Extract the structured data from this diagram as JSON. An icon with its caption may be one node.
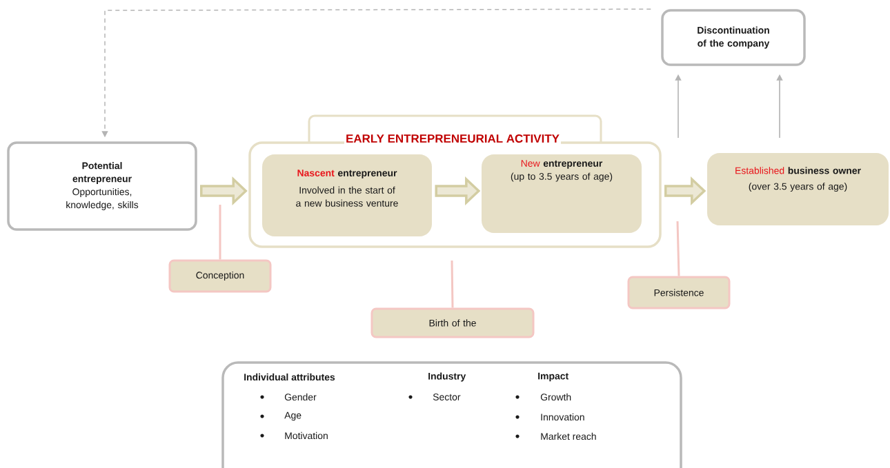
{
  "diagram": {
    "nodes": [
      {
        "text": [
          "Potential entrepreneur",
          "Opportunities, knowledge, skills"
        ]
      },
      {
        "text": [
          "EARLY ENTREPRENEURIAL ACTIVITY"
        ]
      },
      {
        "text": [
          "Nascent",
          "entrepreneur",
          "Involved in the start of a new business venture"
        ],
        "in": 1
      },
      {
        "text": [
          "New",
          "entrepreneur",
          "(up to 3.5 years of age)"
        ],
        "in": 1
      },
      {
        "text": [
          "Established",
          "business owner",
          "(over 3.5 years of age)"
        ]
      },
      {
        "text": [
          "Discontinuation of the company"
        ]
      },
      {
        "text": [
          "Conception"
        ]
      },
      {
        "text": [
          "Birth of the"
        ]
      },
      {
        "text": [
          "Persistence"
        ]
      },
      {
        "text": [
          "Individual attributes",
          "Gender",
          "Age",
          "Motivation",
          "Industry",
          "Sector",
          "Impact",
          "Growth",
          "Innovation",
          "Market reach"
        ]
      }
    ],
    "edges": [
      {
        "from": 0,
        "to": 1,
        "arrow": "to",
        "style": "thick"
      },
      {
        "from": 2,
        "to": 3,
        "arrow": "to",
        "style": "thick"
      },
      {
        "from": 1,
        "to": 4,
        "arrow": "to",
        "style": "thick"
      },
      {
        "from": null,
        "to": 5,
        "arrow": "to",
        "color": "#b4b4b4"
      },
      {
        "from": null,
        "to": 5,
        "arrow": "to",
        "color": "#b4b4b4"
      },
      {
        "from": 5,
        "to": 0,
        "arrow": "to",
        "style": "dashed",
        "color": "#b4b4b4"
      },
      {
        "from": 6,
        "to": null,
        "arrow": "none",
        "color": "#f4c7c3"
      },
      {
        "from": 7,
        "to": null,
        "arrow": "none",
        "color": "#f4c7c3"
      },
      {
        "from": 8,
        "to": null,
        "arrow": "none",
        "color": "#f4c7c3"
      }
    ]
  }
}
